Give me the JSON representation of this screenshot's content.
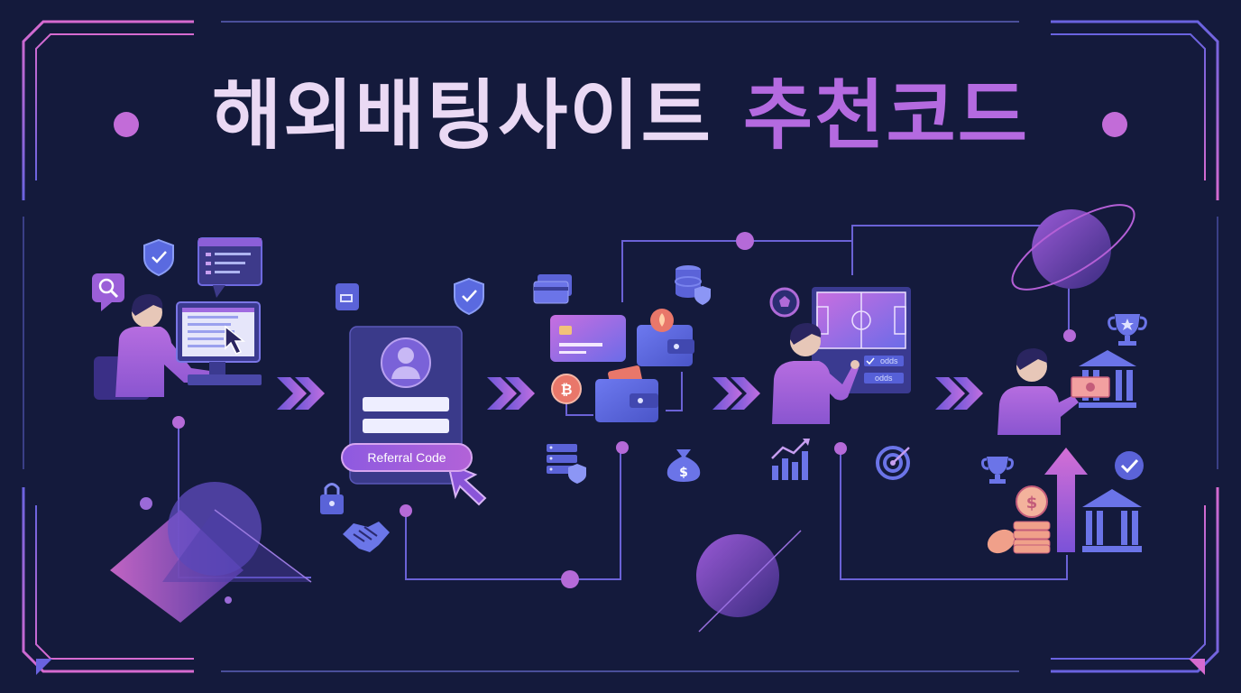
{
  "title": {
    "part1": "해외배팅사이트",
    "part2": "추천코드"
  },
  "steps": [
    {
      "icons": [
        "magnifier-icon",
        "shield-check-icon",
        "chat-window-icon",
        "person-at-computer-icon",
        "monitor-icon",
        "cursor-icon"
      ]
    },
    {
      "icons": [
        "shield-check-icon",
        "avatar-icon",
        "lock-icon",
        "handshake-icon",
        "cursor-icon"
      ],
      "button_label": "Referral Code"
    },
    {
      "icons": [
        "credit-cards-icon",
        "credit-card-icon",
        "wallet-icon",
        "bitcoin-icon",
        "database-shield-icon",
        "server-shield-icon",
        "money-bag-icon"
      ]
    },
    {
      "icons": [
        "soccer-ball-icon",
        "soccer-field-icon",
        "person-pointing-icon",
        "bar-chart-icon",
        "target-icon"
      ],
      "odds_labels": [
        "odds",
        "odds"
      ]
    },
    {
      "icons": [
        "trophy-icon",
        "bank-icon",
        "person-with-cash-icon",
        "coins-icon",
        "arrow-up-icon",
        "check-badge-icon"
      ]
    }
  ],
  "colors": {
    "background": "#141a3c",
    "accent_violet": "#8e5ae0",
    "accent_pink": "#d26fd0",
    "title_light": "#ead9f4",
    "title_accent": "#b46ae0"
  }
}
